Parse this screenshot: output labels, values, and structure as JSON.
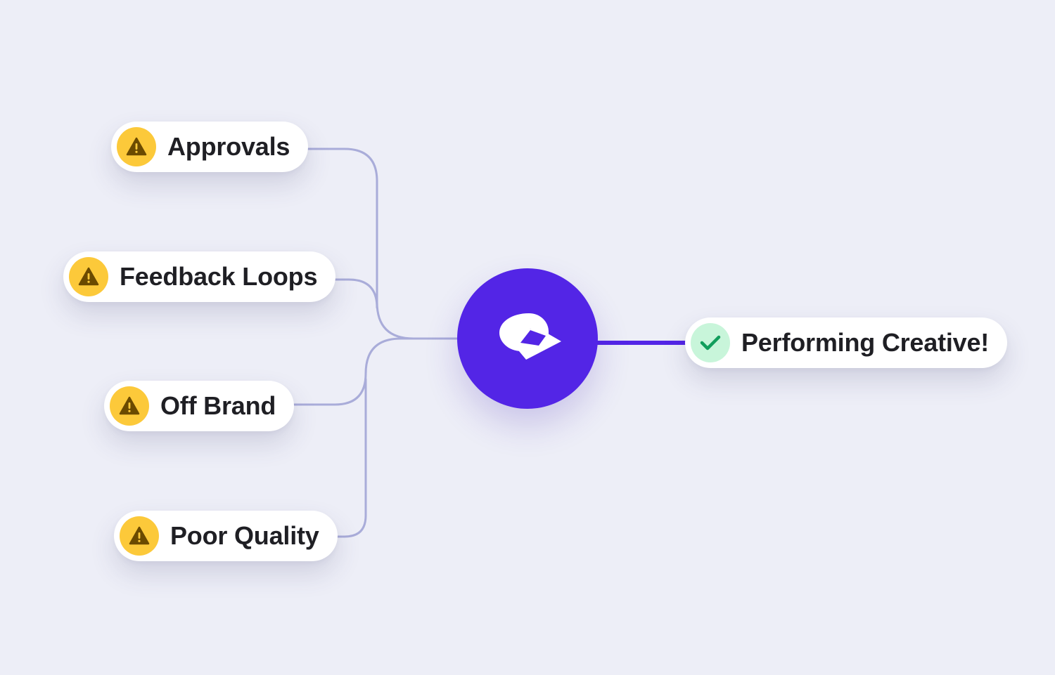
{
  "colors": {
    "background": "#edeef7",
    "connector": "#a9acd9",
    "hub": "#5325e6",
    "hub_line": "#5325e6",
    "warning_badge": "#fcc93a",
    "warning_glyph": "#6b4a00",
    "success_badge": "#c8f5da",
    "success_glyph": "#119e5c"
  },
  "issues": [
    {
      "label": "Approvals",
      "icon": "warning-icon"
    },
    {
      "label": "Feedback Loops",
      "icon": "warning-icon"
    },
    {
      "label": "Off Brand",
      "icon": "warning-icon"
    },
    {
      "label": "Poor Quality",
      "icon": "warning-icon"
    }
  ],
  "hub": {
    "icon": "logo-mark"
  },
  "outcome": {
    "label": "Performing Creative!",
    "icon": "checkmark-icon"
  }
}
